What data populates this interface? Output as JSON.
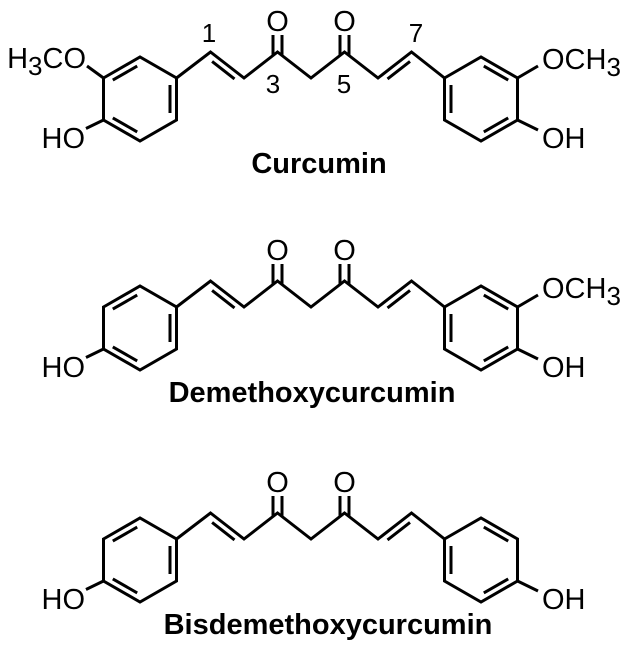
{
  "figure": {
    "background": "#ffffff",
    "line_color": "#000000",
    "description": "Chemical structures of three curcuminoids",
    "molecules": [
      {
        "name": "Curcumin",
        "left_top_label": {
          "pre": "H",
          "sub": "3",
          "post": "CO"
        },
        "left_bottom_label": {
          "text": "HO"
        },
        "right_top_label": {
          "pre": "OCH",
          "sub": "3"
        },
        "right_bottom_label": {
          "text": "OH"
        },
        "carbonyl_left": "O",
        "carbonyl_right": "O",
        "numbers": {
          "c1": "1",
          "c3": "3",
          "c5": "5",
          "c7": "7"
        }
      },
      {
        "name": "Demethoxycurcumin",
        "left_bottom_label": {
          "text": "HO"
        },
        "right_top_label": {
          "pre": "OCH",
          "sub": "3"
        },
        "right_bottom_label": {
          "text": "OH"
        },
        "carbonyl_left": "O",
        "carbonyl_right": "O"
      },
      {
        "name": "Bisdemethoxycurcumin",
        "left_bottom_label": {
          "text": "HO"
        },
        "right_bottom_label": {
          "text": "OH"
        },
        "carbonyl_left": "O",
        "carbonyl_right": "O"
      }
    ]
  }
}
